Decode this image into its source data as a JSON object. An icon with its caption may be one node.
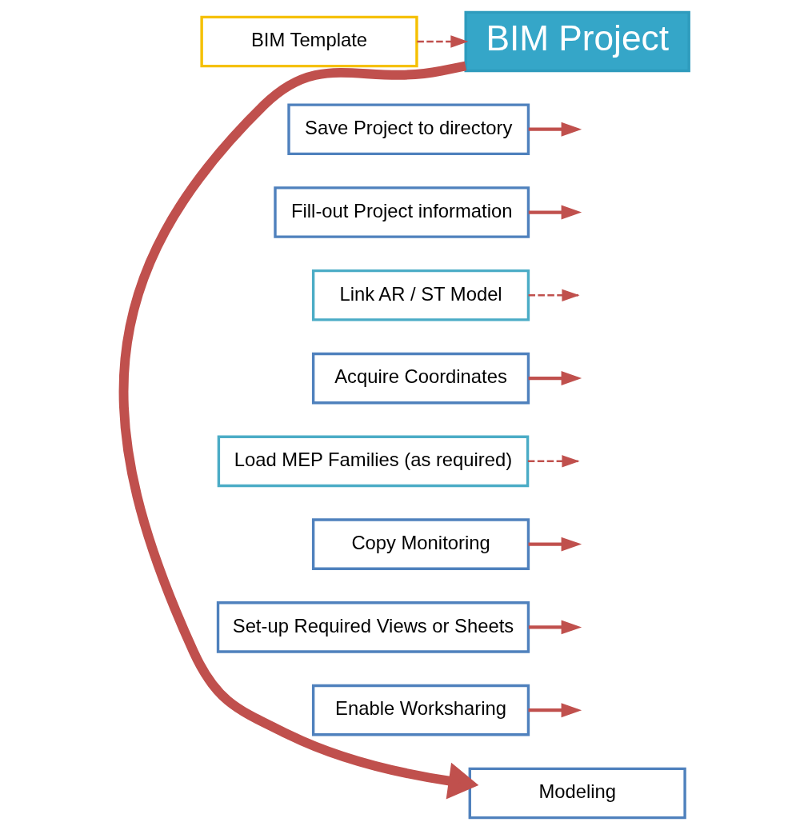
{
  "diagram": {
    "nodes": [
      {
        "text": [
          "BIM Template"
        ]
      },
      {
        "text": [
          "BIM Project"
        ]
      },
      {
        "text": [
          "Save Project to directory"
        ]
      },
      {
        "text": [
          "Fill-out Project information"
        ]
      },
      {
        "text": [
          "Link AR / ST Model"
        ]
      },
      {
        "text": [
          "Acquire Coordinates"
        ]
      },
      {
        "text": [
          "Load MEP Families (as required)"
        ]
      },
      {
        "text": [
          "Copy Monitoring"
        ]
      },
      {
        "text": [
          "Set-up Required Views or Sheets"
        ]
      },
      {
        "text": [
          "Enable Worksharing"
        ]
      },
      {
        "text": [
          "Modeling"
        ]
      }
    ],
    "edges": [
      {
        "from": 0,
        "to": 1,
        "arrow": "to",
        "style": "dashed"
      },
      {
        "from": 1,
        "to": 10,
        "arrow": "to",
        "style": "thick"
      },
      {
        "from": 2,
        "to": null,
        "arrow": "to"
      },
      {
        "from": 3,
        "to": null,
        "arrow": "to"
      },
      {
        "from": 4,
        "to": null,
        "arrow": "to",
        "style": "dashed"
      },
      {
        "from": 5,
        "to": null,
        "arrow": "to"
      },
      {
        "from": 6,
        "to": null,
        "arrow": "to",
        "style": "dashed"
      },
      {
        "from": 7,
        "to": null,
        "arrow": "to"
      },
      {
        "from": 8,
        "to": null,
        "arrow": "to"
      },
      {
        "from": 9,
        "to": null,
        "arrow": "to"
      }
    ]
  }
}
